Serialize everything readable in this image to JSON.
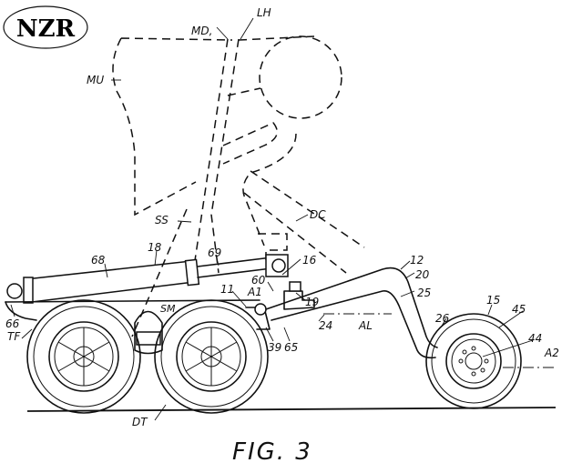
{
  "badge": {
    "text": "NZR"
  },
  "figure": {
    "caption": "FIG. 3"
  },
  "labels": {
    "MD": "MD,",
    "LH": "LH",
    "MU": "MU",
    "SS": "SS",
    "DC": "DC",
    "l68": "68",
    "l18": "18",
    "l69": "69",
    "l16": "16",
    "l60": "60",
    "l11": "11",
    "A1": "A1",
    "l19": "19",
    "l24": "24",
    "AL": "AL",
    "l12": "12",
    "l20": "20",
    "l25": "25",
    "l26": "26",
    "l15": "15",
    "l45": "45",
    "l44": "44",
    "A2": "A2",
    "SM": "SM",
    "l39": "39",
    "l65": "65",
    "l66": "66",
    "TF": "TF",
    "DT": "DT"
  }
}
